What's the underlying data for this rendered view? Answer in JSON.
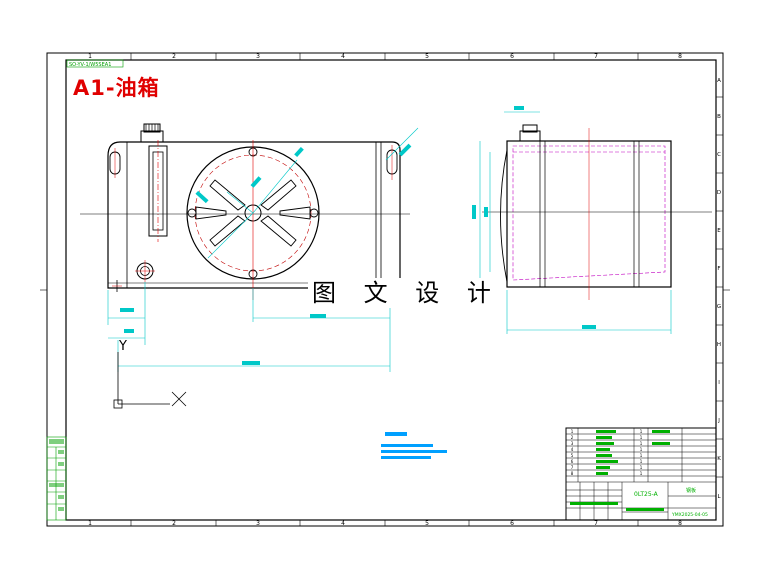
{
  "drawing": {
    "title": "A1-油箱",
    "watermark": "图 文 设 计",
    "stamp": "SO-YV-1/W5SEA1",
    "col_labels": [
      "1",
      "2",
      "3",
      "4",
      "5",
      "6",
      "7",
      "8"
    ],
    "row_labels": [
      "A",
      "B",
      "C",
      "D",
      "E",
      "F",
      "G",
      "H",
      "I",
      "J",
      "K",
      "L"
    ],
    "axis_y": "Y",
    "axis_x": "X",
    "title_block_name": "0LT25-A",
    "title_block_code": "YMX2025-04-05",
    "title_block_material": "钢板"
  },
  "colors": {
    "outline": "#000000",
    "centerline": "#e00000",
    "dimension": "#00c8c8",
    "hidden": "#c000c0",
    "notes": "#00a0ff",
    "sidebar": "#00c000"
  }
}
